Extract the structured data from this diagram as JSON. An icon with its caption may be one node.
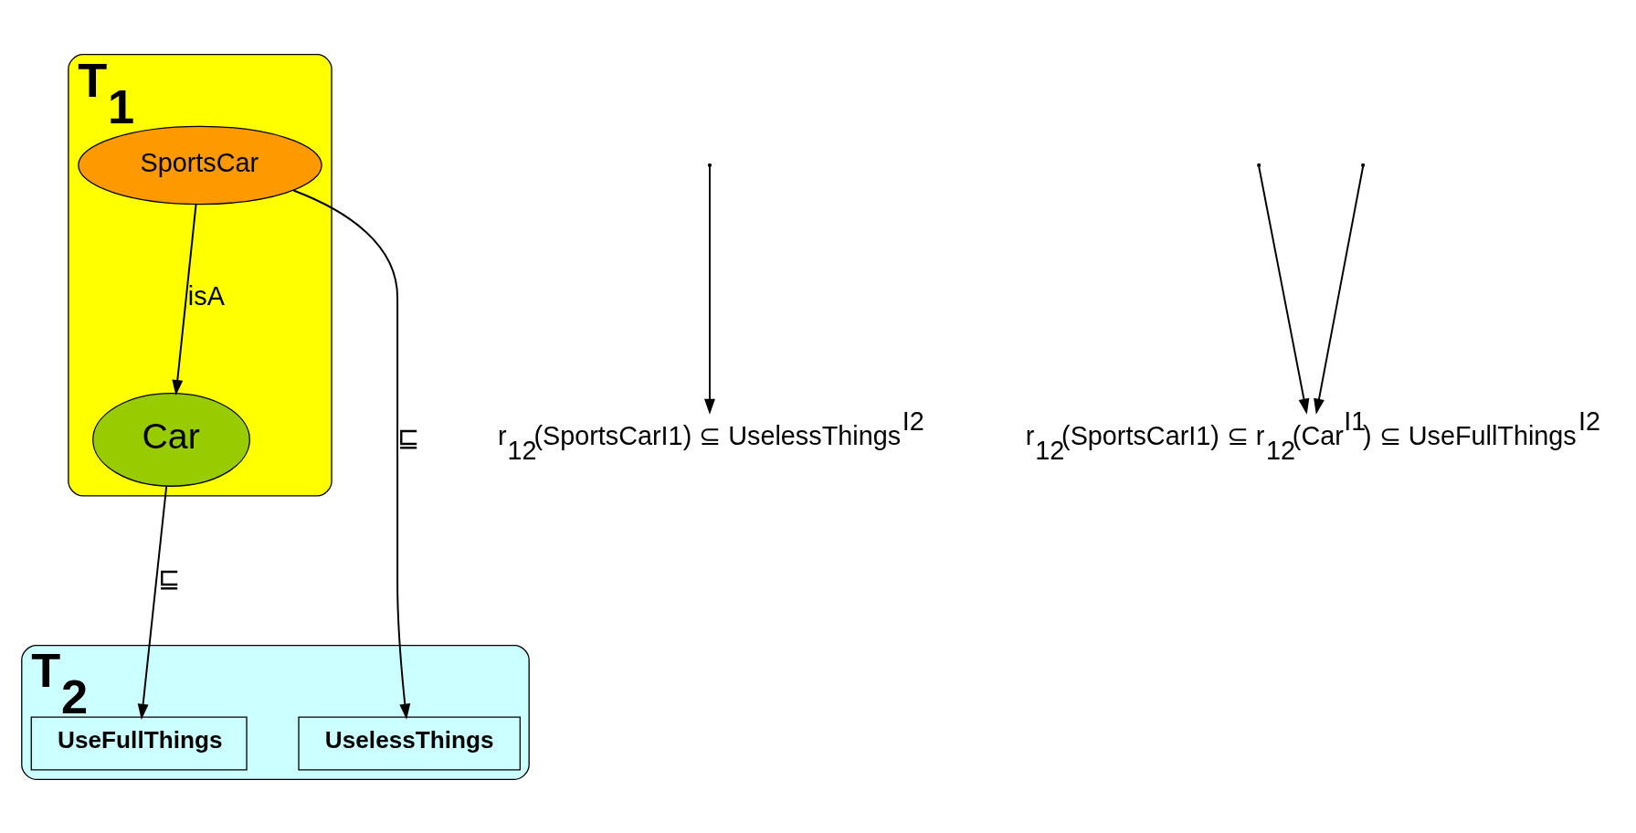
{
  "diagram": {
    "nodes": [
      {
        "text": [
          "T$_{1}$"
        ]
      },
      {
        "text": [
          "SportsCar"
        ],
        "in": 0
      },
      {
        "text": [
          "Car"
        ],
        "in": 0
      },
      {
        "text": [
          "T$_{2}$"
        ]
      },
      {
        "text": [
          "UselessThings"
        ],
        "in": 3
      },
      {
        "text": [
          "UseFullThings"
        ],
        "in": 3
      },
      {
        "text": [
          "r$_{12}$(SportsCarI1) ⊆ UselessThings$^{I2}$"
        ]
      },
      {
        "text": [
          "r$_{12}$(SportsCarI1) ⊆ r$_{12}$(Car$^{I1}$) ⊆ UseFullThings$^{I2}$"
        ]
      }
    ],
    "edges": [
      {
        "from": 1,
        "to": 2,
        "arrow": "to",
        "label": "isA"
      },
      {
        "from": 1,
        "to": 4,
        "arrow": "to",
        "label": "⊑"
      },
      {
        "from": 2,
        "to": 5,
        "arrow": "to",
        "label": "⊑"
      },
      {
        "from": null,
        "to": 6,
        "arrow": "to"
      },
      {
        "from": null,
        "to": 7,
        "arrow": "to"
      },
      {
        "from": null,
        "to": 7,
        "arrow": "to"
      }
    ]
  }
}
